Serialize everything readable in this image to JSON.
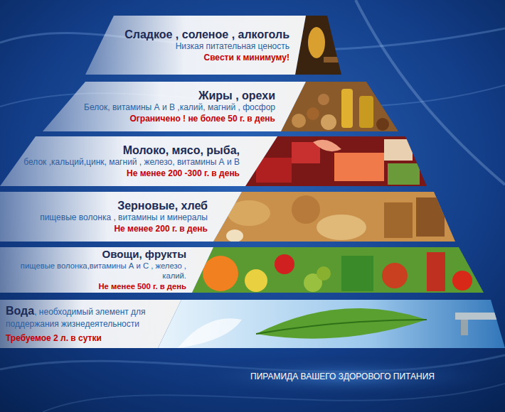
{
  "diagram": {
    "caption": "ПИРАМИДА ВАШЕГО ЗДОРОВОГО ПИТАНИЯ",
    "nodes": [
      {
        "text": [
          "Сладкое , соленое , алкоголь",
          "Низкая питательная ценость",
          "Свести к минимуму!"
        ]
      },
      {
        "text": [
          "Жиры , орехи",
          "Белок, витамины А и В ,калий, магний , фосфор",
          "Ограничено ! не более 50 г. в день"
        ]
      },
      {
        "text": [
          "Молоко, мясо, рыба,",
          "белок ,кальций,цинк, магний , железо, витамины А и В",
          "Не менее 200 -300 г. в день"
        ]
      },
      {
        "text": [
          "Зерновые, хлеб",
          "пищевые волонка , витамины и минералы",
          "Не менее 200 г. в день"
        ]
      },
      {
        "text": [
          "Овощи, фрукты",
          "пищевые волонка,витамины А и С , железо , калий.",
          "Не менее 500 г. в день"
        ]
      },
      {
        "text": [
          "Вода",
          ", необходимый элемент для поддержания жизнедеятельности",
          "Требуемое 2 л. в сутки"
        ]
      }
    ]
  }
}
